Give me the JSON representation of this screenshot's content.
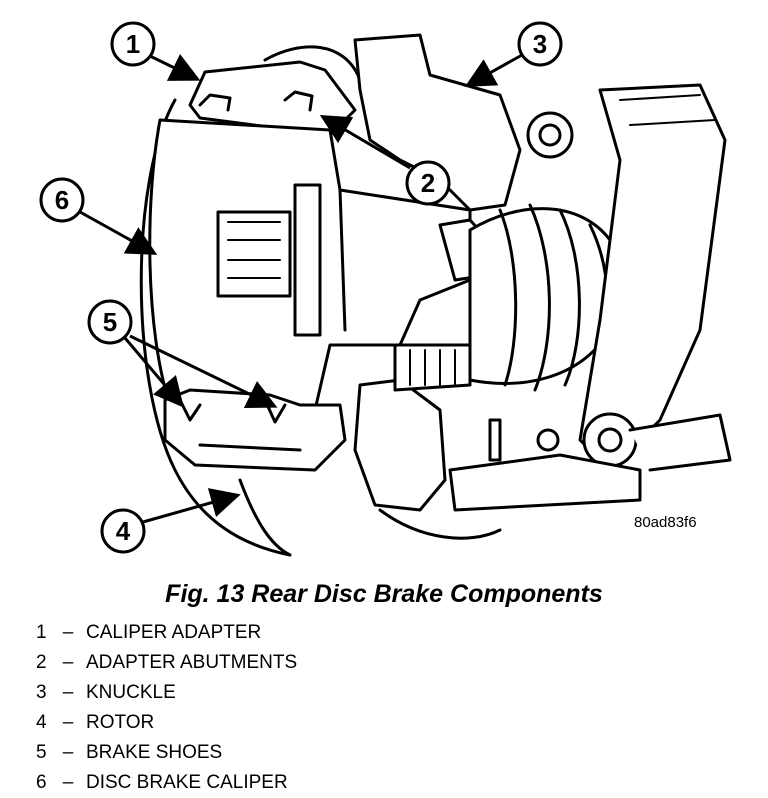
{
  "figure": {
    "reference_code": "80ad83f6",
    "callouts": [
      "1",
      "2",
      "3",
      "4",
      "5",
      "6"
    ]
  },
  "caption": "Fig. 13 Rear Disc Brake Components",
  "legend": [
    {
      "num": "1",
      "sep": "–",
      "label": "CALIPER ADAPTER"
    },
    {
      "num": "2",
      "sep": "–",
      "label": "ADAPTER ABUTMENTS"
    },
    {
      "num": "3",
      "sep": "–",
      "label": "KNUCKLE"
    },
    {
      "num": "4",
      "sep": "–",
      "label": "ROTOR"
    },
    {
      "num": "5",
      "sep": "–",
      "label": "BRAKE SHOES"
    },
    {
      "num": "6",
      "sep": "–",
      "label": "DISC BRAKE CALIPER"
    }
  ]
}
